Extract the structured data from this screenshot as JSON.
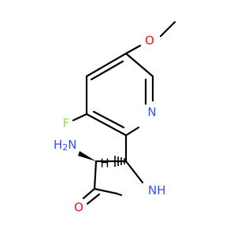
{
  "molecule": {
    "atoms": {
      "methoxy_oxygen": {
        "symbol": "O",
        "color": "#ff0d0d"
      },
      "fluorine": {
        "symbol": "F",
        "color": "#90e050"
      },
      "pyridine_nitrogen": {
        "symbol": "N",
        "color": "#3050f8"
      },
      "amine": {
        "symbol": "H",
        "subscript": "2",
        "trailing": "N",
        "color": "#3050f8"
      },
      "lactam_nitrogen": {
        "symbol": "N",
        "trailing": "H",
        "color": "#3050f8"
      },
      "carbonyl_oxygen": {
        "symbol": "O",
        "color": "#ff0d0d"
      }
    },
    "stereo_h": {
      "symbol": "H",
      "color": "#000000"
    }
  }
}
